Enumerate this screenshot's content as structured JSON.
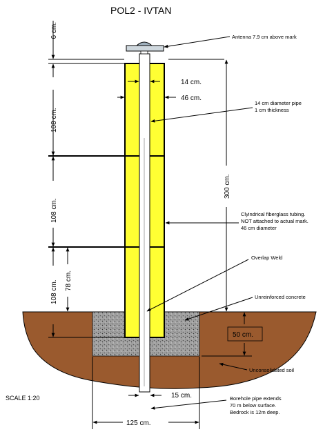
{
  "title": "POL2 - IVTAN",
  "scale": "SCALE 1:20",
  "dims": {
    "top_gap": "6 cm.",
    "seg1": "108 cm.",
    "seg2": "108 cm.",
    "seg3": "108 cm.",
    "seg_78": "78 cm.",
    "total_300": "300 cm.",
    "inner_14": "14 cm.",
    "outer_46": "46 cm.",
    "pipe_15": "15 cm.",
    "depth_50": "50 cm.",
    "width_125": "125 cm."
  },
  "notes": {
    "antenna": "Antenna 7.9 cm above mark",
    "pipe": [
      "14 cm diameter pipe",
      "1 cm thickness"
    ],
    "tubing": [
      "Clyindrical fiberglass tubing.",
      "NOT attached to actual mark.",
      "46 cm diameter"
    ],
    "weld": "Overlap Weld",
    "concrete": "Unreinforced concrete",
    "soil": "Unconsolidated soil",
    "borehole": [
      "Borehole pipe extends",
      "70 m below surface.",
      "Bedrock is 12m deep."
    ]
  },
  "colors": {
    "tubing": "#ffff33",
    "soil": "#9a5a2e",
    "concrete": "#a3a3a3",
    "pipe": "#ffffff"
  }
}
